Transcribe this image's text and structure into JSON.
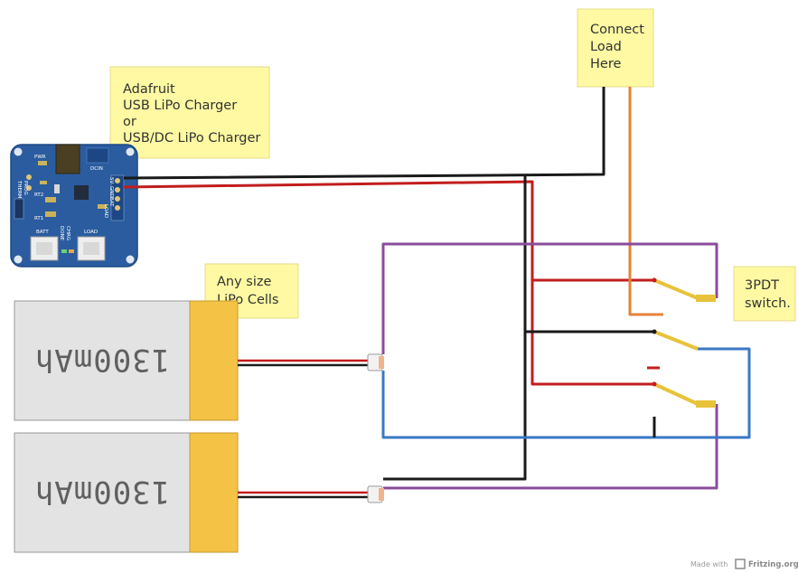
{
  "notes": {
    "charger": [
      "Adafruit",
      "USB LiPo Charger",
      "or",
      "USB/DC LiPo Charger"
    ],
    "load": [
      "Connect",
      "Load",
      "Here"
    ],
    "cells": [
      "Any size",
      "LiPo Cells"
    ],
    "switch": [
      "3PDT",
      "switch."
    ]
  },
  "board": {
    "labels": {
      "pwr": "PWR",
      "dcin": "DCIN",
      "therm": "THERM",
      "prog": "PROG",
      "rt2": "RT2",
      "rt1": "RT1",
      "batt": "BATT",
      "load": "LOAD",
      "done": "DONE",
      "chrg": "CHRG",
      "pins": [
        "5V",
        "GND",
        "BAT",
        "LOAD"
      ]
    }
  },
  "batteries": [
    {
      "label": "1300mAh"
    },
    {
      "label": "1300mAh"
    }
  ],
  "credit": {
    "prefix": "Made with",
    "brand": "Fritzing.org"
  },
  "colors": {
    "note_fill": "#fef9a2",
    "board": "#2a5c9f",
    "battery_body": "#e3e3e3",
    "battery_tab": "#f4c346",
    "wire_black": "#1a1a1a",
    "wire_red": "#c21d1d",
    "wire_purple": "#8a4c9c",
    "wire_blue": "#3a78c5",
    "wire_orange": "#e5823a",
    "switch_lever": "#e8c23a"
  }
}
